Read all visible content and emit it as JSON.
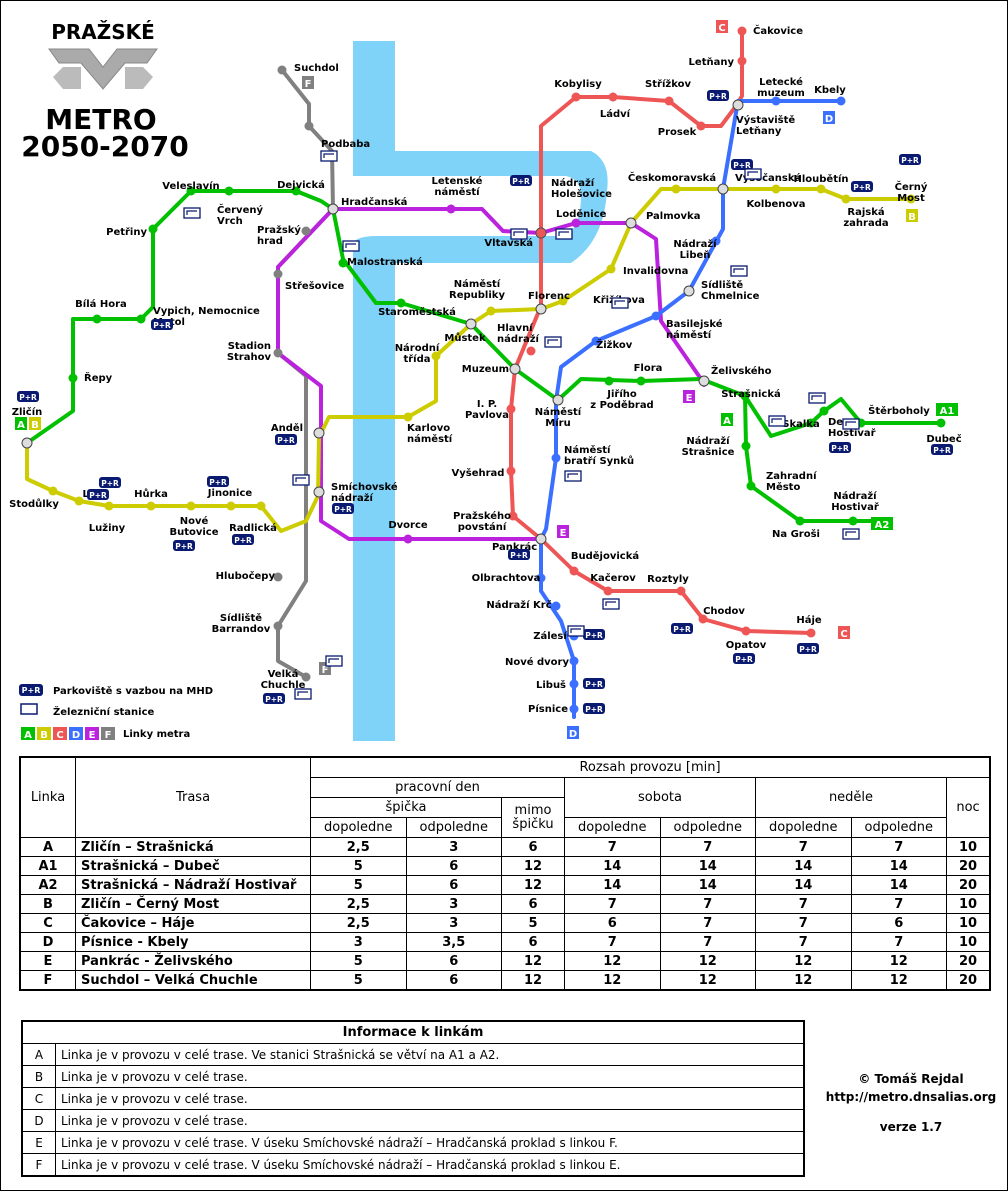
{
  "title": {
    "line1": "PRAŽSKÉ",
    "line2": "METRO",
    "line3": "2050-2070"
  },
  "colors": {
    "A": "#00c000",
    "B": "#cccc00",
    "C": "#ee5555",
    "D": "#3a6fff",
    "E": "#bb22dd",
    "F": "#808080",
    "river": "#7fd2f8",
    "pr_badge": "#0a1a70"
  },
  "legend": {
    "pr_badge": "P+R",
    "pr_text": "Parkoviště s vazbou na MHD",
    "rail_text": "Železniční stanice",
    "lines_text": "Linky metra",
    "line_letters": [
      "A",
      "B",
      "C",
      "D",
      "E",
      "F"
    ]
  },
  "terminus_tags": {
    "F_top": "F",
    "F_bottom": "F",
    "C_top": "C",
    "C_bottom": "C",
    "D_top": "D",
    "D_bottom": "D",
    "B_right": "B",
    "A1": "A1",
    "A2": "A2",
    "A_mid": "A",
    "E_left": "E",
    "E_right": "E",
    "A_left": "A",
    "B_left": "B"
  },
  "stations": {
    "suchdol": "Suchdol",
    "podbaba": "Podbaba",
    "dejvicka": "Dejvická",
    "hradcanska": "Hradčanská",
    "veleslavin": "Veleslavín",
    "cerveny_vrch": "Červený\nVrch",
    "petriny": "Petřiny",
    "prazsky_hrad": "Pražský\nhrad",
    "strezovice": "Střešovice",
    "malostranska": "Malostranská",
    "letenske": "Letenské\nnáměstí",
    "vltavska": "Vltavská",
    "nadrazi_holesovice": "Nádraží\nHolešovice",
    "lodenice": "Loděnice",
    "kobylisy": "Kobylisy",
    "ladvi": "Ládví",
    "strizkov": "Střížkov",
    "prosek": "Prosek",
    "letnany": "Letňany",
    "cakovice": "Čakovice",
    "letecke_muzeum": "Letecké\nmuzeum",
    "kbely": "Kbely",
    "vystaviste_letnany": "Výstaviště\nLetňany",
    "ceskomoravska": "Českomoravská",
    "vysocanska": "Vysočanská",
    "hloubetin": "Hloubětín",
    "cerny_most": "Černý\nMost",
    "kolbenova": "Kolbenova",
    "rajska_zahrada": "Rajská\nzahrada",
    "palmovka": "Palmovka",
    "nadrazi_liben": "Nádraží\nLibeň",
    "invalidovna": "Invalidovna",
    "sidliste_chmelnice": "Sídliště\nChmelnice",
    "bila_hora": "Bílá Hora",
    "vypich": "Vypich, Nemocnice\nMotol",
    "repy": "Řepy",
    "zlicin": "Zličín",
    "staromestska": "Staroměstská",
    "namesti_republiky": "Náměstí\nRepubliky",
    "florenc": "Florenc",
    "krizikova": "Křižíkova",
    "mustek": "Můstek",
    "hlavni_nadrazi": "Hlavní\nnádraží",
    "zizkov": "Žižkov",
    "basilejske": "Basilejské\nnáměstí",
    "stadion_strahov": "Stadion\nStrahov",
    "narodni_trida": "Národní\ntřída",
    "muzeum": "Muzeum",
    "zelivskeho": "Želivského",
    "flora": "Flora",
    "jiriho": "Jiřího\nz Poděbrad",
    "namesti_miru": "Náměstí\nMíru",
    "ip_pavlova": "I. P.\nPavlova",
    "strasnicka": "Strašnická",
    "skalka": "Skalka",
    "depo_hostivar": "Depo\nHostivař",
    "sterboholy": "Štěrboholy",
    "dubec": "Dubeč",
    "andel": "Anděl",
    "karlovo": "Karlovo\nnáměstí",
    "nadrazi_strasnice": "Nádraží\nStrašnice",
    "zahradni_mesto": "Zahradní\nMěsto",
    "namesti_bratri_synku": "Náměstí\nbratří Synků",
    "vysehrad": "Vyšehrad",
    "smichovske": "Smíchovské\nnádraží",
    "stodulky": "Stodůlky",
    "luka": "Luka",
    "luziny": "Lužiny",
    "horka": "Hůrka",
    "nove_butovice": "Nové\nButovice",
    "jinonice": "Jinonice",
    "radlicka": "Radlická",
    "dvorce": "Dvorce",
    "prazskeho_povstani": "Pražského\npovstání",
    "pankrac": "Pankrác",
    "budejovicka": "Budějovická",
    "nadrazi_hostivar": "Nádraží\nHostivař",
    "na_grosi": "Na Groši",
    "hlubocepy": "Hlubočepy",
    "olbrachtova": "Olbrachtova",
    "kacerov": "Kačerov",
    "roztyly": "Roztyly",
    "nadrazi_krc": "Nádraží Krč",
    "sidliste_barrandov": "Sídliště\nBarrandov",
    "chodov": "Chodov",
    "hajе": "Háje",
    "zalesi": "Zálesí",
    "opatov": "Opatov",
    "nove_dvory": "Nové dvory",
    "velka_chuchle": "Velká\nChuchle",
    "libus": "Libuš",
    "pisnice": "Písnice"
  },
  "schedule": {
    "header_span": "Rozsah provozu [min]",
    "col_line": "Linka",
    "col_route": "Trasa",
    "workday": "pracovní den",
    "peak": "špička",
    "offpeak": "mimo\nšpičku",
    "saturday": "sobota",
    "sunday": "neděle",
    "night": "noc",
    "morning": "dopoledne",
    "afternoon": "odpoledne",
    "rows": [
      {
        "line": "A",
        "route": "Zličín – Strašnická",
        "v": [
          "2,5",
          "3",
          "6",
          "7",
          "7",
          "7",
          "7",
          "10"
        ]
      },
      {
        "line": "A1",
        "route": "Strašnická – Dubeč",
        "v": [
          "5",
          "6",
          "12",
          "14",
          "14",
          "14",
          "14",
          "20"
        ]
      },
      {
        "line": "A2",
        "route": "Strašnická – Nádraží Hostivař",
        "v": [
          "5",
          "6",
          "12",
          "14",
          "14",
          "14",
          "14",
          "20"
        ]
      },
      {
        "line": "B",
        "route": "Zličín – Černý Most",
        "v": [
          "2,5",
          "3",
          "6",
          "7",
          "7",
          "7",
          "7",
          "10"
        ]
      },
      {
        "line": "C",
        "route": "Čakovice – Háje",
        "v": [
          "2,5",
          "3",
          "5",
          "6",
          "7",
          "7",
          "6",
          "10"
        ]
      },
      {
        "line": "D",
        "route": "Písnice - Kbely",
        "v": [
          "3",
          "3,5",
          "6",
          "7",
          "7",
          "7",
          "7",
          "10"
        ]
      },
      {
        "line": "E",
        "route": "Pankrác - Želivského",
        "v": [
          "5",
          "6",
          "12",
          "12",
          "12",
          "12",
          "12",
          "20"
        ]
      },
      {
        "line": "F",
        "route": "Suchdol – Velká Chuchle",
        "v": [
          "5",
          "6",
          "12",
          "12",
          "12",
          "12",
          "12",
          "20"
        ]
      }
    ]
  },
  "info": {
    "title": "Informace k linkám",
    "rows": [
      {
        "k": "A",
        "t": "Linka je v provozu v celé trase. Ve stanici Strašnická se větví na A1 a A2."
      },
      {
        "k": "B",
        "t": "Linka je v provozu v celé trase."
      },
      {
        "k": "C",
        "t": "Linka je v provozu v celé trase."
      },
      {
        "k": "D",
        "t": "Linka je v provozu v celé trase."
      },
      {
        "k": "E",
        "t": "Linka je v provozu v celé trase. V úseku Smíchovské nádraží – Hradčanská proklad s linkou F."
      },
      {
        "k": "F",
        "t": "Linka je v provozu v celé trase. V úseku Smíchovské nádraží – Hradčanská proklad s linkou E."
      }
    ]
  },
  "credits": {
    "author": "© Tomáš Rejdal",
    "url": "http://metro.dnsalias.org",
    "version": "verze 1.7"
  }
}
